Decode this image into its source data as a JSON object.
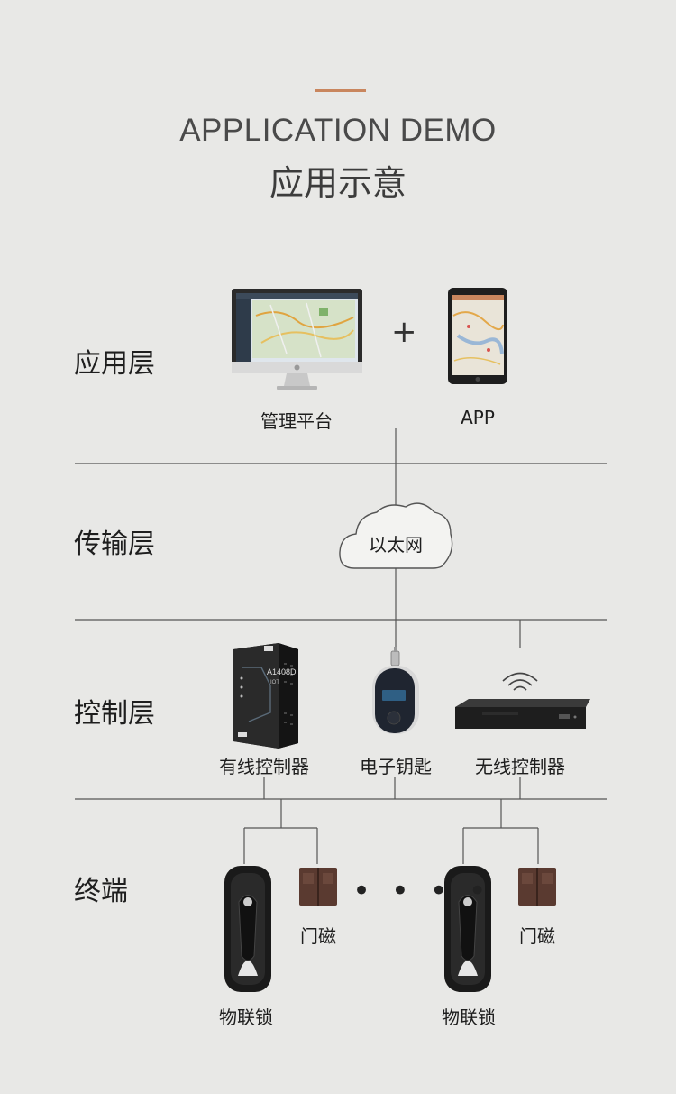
{
  "header": {
    "title_en": "APPLICATION DEMO",
    "title_cn": "应用示意"
  },
  "layers": {
    "application": "应用层",
    "transport": "传输层",
    "control": "控制层",
    "terminal": "终端"
  },
  "application": {
    "platform_label": "管理平台",
    "plus": "+",
    "app_label": "APP"
  },
  "transport": {
    "cloud_label": "以太网"
  },
  "control": {
    "wired_label": "有线控制器",
    "ekey_label": "电子钥匙",
    "wireless_label": "无线控制器",
    "wired_model": "A1408D",
    "wired_sub": "IOT"
  },
  "terminal": {
    "lock_label_1": "物联锁",
    "lock_label_2": "物联锁",
    "door_label_1": "门磁",
    "door_label_2": "门磁",
    "dots": "• • • •"
  },
  "colors": {
    "background": "#e8e8e6",
    "accent": "#c9865e",
    "line": "#555555",
    "door_sensor": "#5a3a30"
  }
}
